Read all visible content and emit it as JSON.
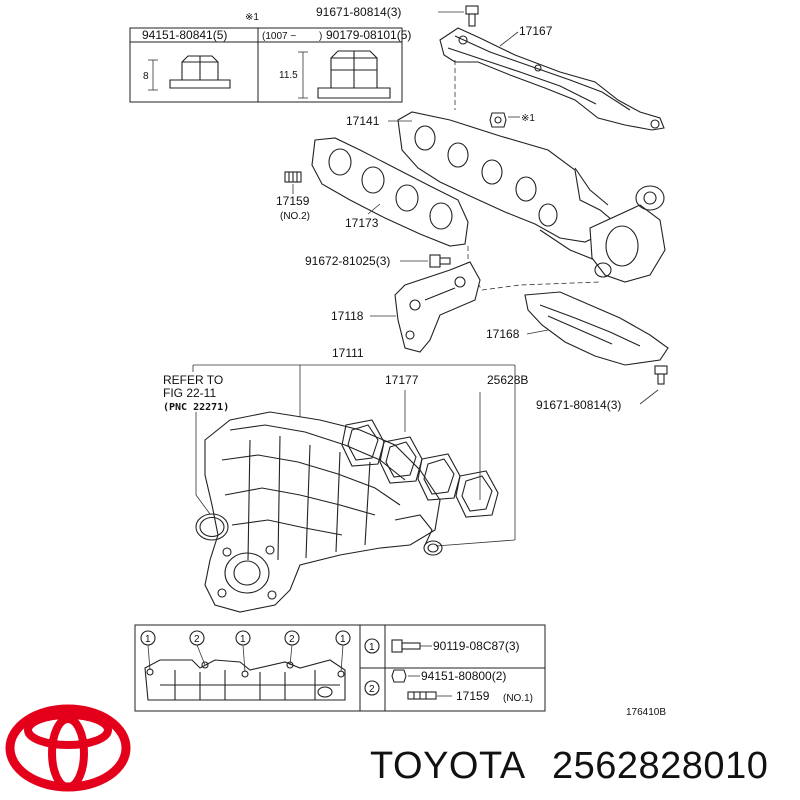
{
  "top_table": {
    "col1_part": "94151-80841(5)",
    "note_mark": "※1",
    "col2_range": "(1007 −",
    "col2_close": ")",
    "col2_part": "90179-08101(5)",
    "dim_left": "8",
    "dim_right": "11.5"
  },
  "callouts": {
    "bolt_top": "91671-80814(3)",
    "heat_insulator_upper": "17167",
    "exhaust_manifold": "17141",
    "nut_mark": "※1",
    "gasket_exhaust": "17173",
    "stud": "17159",
    "stud_note": "(NO.2)",
    "bolt_mid": "91672-81025(3)",
    "bracket": "17118",
    "heat_insulator_lower": "17168",
    "intake_manifold": "17111",
    "gasket_intake": "17177",
    "pcv_gasket": "25628B",
    "bolt_lower": "91671-80814(3)",
    "refer_line1": "REFER TO",
    "refer_line2": "FIG 22-11",
    "refer_line3": "(PNC 22271)"
  },
  "legend": {
    "circle_1": "1",
    "circle_2": "2",
    "row1_part": "90119-08C87(3)",
    "row2_part_a": "94151-80800(2)",
    "row2_part_b": "17159",
    "row2_note": "(NO.1)",
    "diagram_code": "176410B"
  },
  "branding": {
    "brand": "TOYOTA",
    "part_number": "2562828010",
    "logo_color": "#e4001b"
  }
}
